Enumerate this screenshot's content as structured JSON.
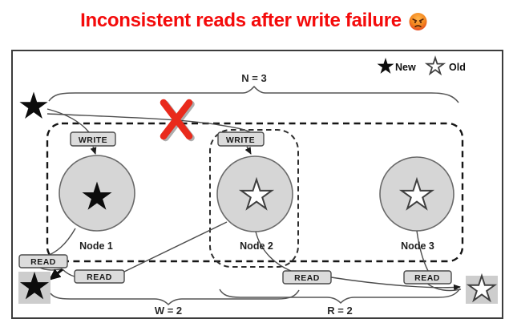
{
  "title": {
    "text": "Inconsistent reads after write failure",
    "emoji": "😡",
    "color": "#f40b0b"
  },
  "legend": {
    "new_label": "New",
    "old_label": "Old",
    "new_icon": "filled-star",
    "old_icon": "outline-star"
  },
  "annotations": {
    "replicas": "N = 3",
    "write_quorum": "W = 2",
    "read_quorum": "R = 2"
  },
  "operations": {
    "write_label": "WRITE",
    "read_label": "READ"
  },
  "nodes": [
    {
      "name": "Node 1",
      "value": "new"
    },
    {
      "name": "Node 2",
      "value": "old"
    },
    {
      "name": "Node 3",
      "value": "old"
    }
  ],
  "failure": {
    "mark": "red-x",
    "on": "write to Node 2"
  },
  "results": {
    "written_value": "new",
    "read_value": "old"
  },
  "colors": {
    "title_red": "#f40b0b",
    "x_red": "#e92a1c",
    "node_fill": "#d6d6d6",
    "label_box_fill": "#dcdcdc",
    "result_square_fill": "#cdcdcd",
    "line": "#4d4d4d"
  }
}
